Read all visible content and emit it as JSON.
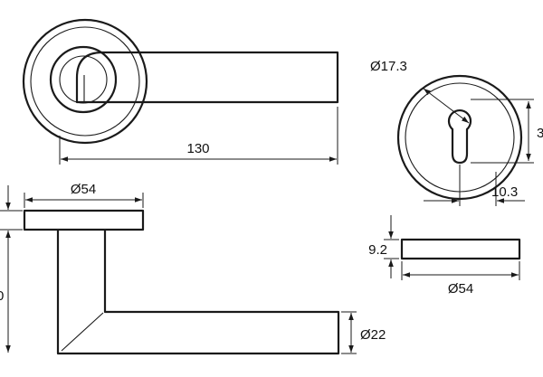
{
  "dimensions": {
    "lever_length": "130",
    "rose_diameter_top": "Ø54",
    "cylinder_diameter": "Ø17.3",
    "cylinder_height_partial": "3",
    "cylinder_offset": "10.3",
    "escutcheon_thickness": "9.2",
    "escutcheon_diameter": "Ø54",
    "lever_diameter": "Ø22",
    "height_partial": "0"
  }
}
